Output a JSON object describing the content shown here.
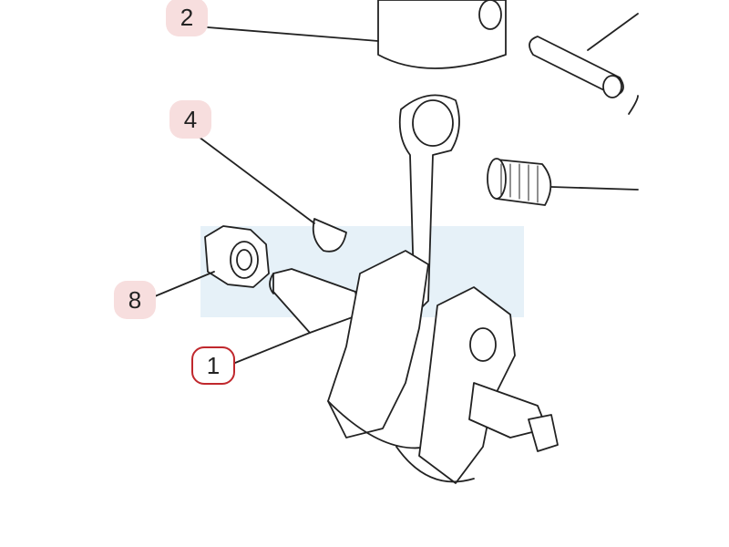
{
  "diagram": {
    "callouts": [
      {
        "label": "2",
        "part": "piston"
      },
      {
        "label": "4",
        "part": "woodruff-key"
      },
      {
        "label": "8",
        "part": "flange-nut"
      },
      {
        "label": "1",
        "part": "crankshaft",
        "selected": true
      }
    ],
    "colors": {
      "callout_fill": "#f7dede",
      "selected_border": "#c0282d",
      "watermark": "#e6f1f8",
      "line": "#222222"
    }
  }
}
